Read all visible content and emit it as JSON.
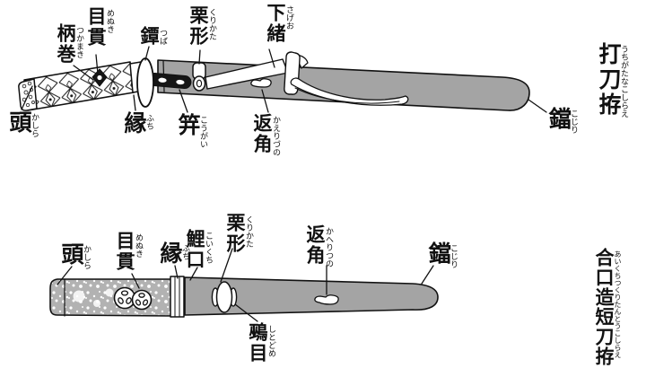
{
  "colors": {
    "background": "#ffffff",
    "ink": "#111111",
    "saya_gray": "#a4a4a4",
    "handle_gray": "#b2b2b2"
  },
  "top_diagram": {
    "title": {
      "kanji": "打刀拵",
      "furigana": "うちがたなこしらえ"
    },
    "labels": {
      "kashira": {
        "kanji": "頭",
        "furigana": "かしら"
      },
      "tsukamaki": {
        "kanji": "柄巻",
        "furigana": "つかまき"
      },
      "menuki": {
        "kanji": "目貫",
        "furigana": "めぬき"
      },
      "tsuba": {
        "kanji": "鐔",
        "furigana": "つば"
      },
      "fuchi": {
        "kanji": "縁",
        "furigana": "ふち"
      },
      "kogai": {
        "kanji": "笄",
        "furigana": "こうがい"
      },
      "kurikata": {
        "kanji": "栗形",
        "furigana": "くりかた"
      },
      "sageo": {
        "kanji": "下緒",
        "furigana": "さげお"
      },
      "kaerizuno": {
        "kanji": "返角",
        "furigana": "かえりづの"
      },
      "kojiri": {
        "kanji": "鐺",
        "furigana": "こじり"
      }
    }
  },
  "bottom_diagram": {
    "title": {
      "kanji": "合口造短刀拵",
      "furigana": "あいくちつくりたんとうこしらえ"
    },
    "labels": {
      "kashira": {
        "kanji": "頭",
        "furigana": "かしら"
      },
      "menuki": {
        "kanji": "目貫",
        "furigana": "めぬき"
      },
      "fuchi": {
        "kanji": "縁",
        "furigana": "ふち"
      },
      "koiguchi": {
        "kanji": "鯉口",
        "furigana": "こいくち"
      },
      "kurikata": {
        "kanji": "栗形",
        "furigana": "くりかた"
      },
      "shitodome": {
        "kanji": "鵐目",
        "furigana": "しとどめ"
      },
      "kaerizuno": {
        "kanji": "返角",
        "furigana": "かへりつの"
      },
      "kojiri": {
        "kanji": "鐺",
        "furigana": "こじり"
      }
    }
  }
}
